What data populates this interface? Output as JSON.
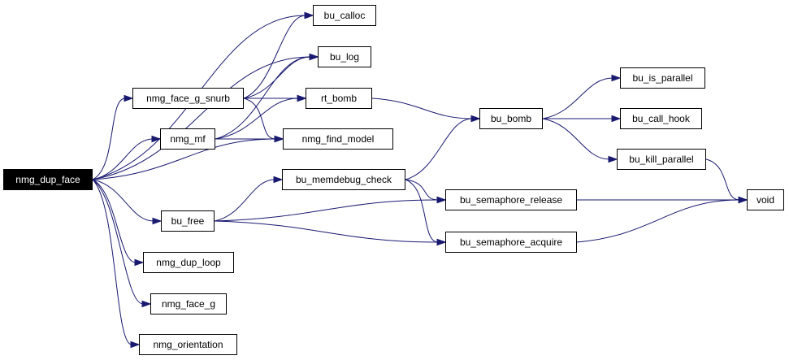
{
  "graph": {
    "edge_color": "#191970",
    "root_fill": "#000000",
    "root_text_color": "#ffffff",
    "nodes": {
      "nmg_dup_face": "nmg_dup_face",
      "bu_calloc": "bu_calloc",
      "bu_log": "bu_log",
      "nmg_face_g_snurb": "nmg_face_g_snurb",
      "rt_bomb": "rt_bomb",
      "nmg_mf": "nmg_mf",
      "nmg_find_model": "nmg_find_model",
      "bu_memdebug_check": "bu_memdebug_check",
      "bu_free": "bu_free",
      "nmg_dup_loop": "nmg_dup_loop",
      "nmg_face_g": "nmg_face_g",
      "nmg_orientation": "nmg_orientation",
      "bu_bomb": "bu_bomb",
      "bu_semaphore_release": "bu_semaphore_release",
      "bu_semaphore_acquire": "bu_semaphore_acquire",
      "bu_is_parallel": "bu_is_parallel",
      "bu_call_hook": "bu_call_hook",
      "bu_kill_parallel": "bu_kill_parallel",
      "void": "void"
    },
    "edges": [
      [
        "nmg_dup_face",
        "bu_calloc"
      ],
      [
        "nmg_dup_face",
        "bu_log"
      ],
      [
        "nmg_dup_face",
        "nmg_face_g_snurb"
      ],
      [
        "nmg_dup_face",
        "nmg_mf"
      ],
      [
        "nmg_dup_face",
        "nmg_find_model"
      ],
      [
        "nmg_dup_face",
        "bu_free"
      ],
      [
        "nmg_dup_face",
        "nmg_dup_loop"
      ],
      [
        "nmg_dup_face",
        "nmg_face_g"
      ],
      [
        "nmg_dup_face",
        "nmg_orientation"
      ],
      [
        "nmg_face_g_snurb",
        "bu_calloc"
      ],
      [
        "nmg_face_g_snurb",
        "bu_log"
      ],
      [
        "nmg_face_g_snurb",
        "rt_bomb"
      ],
      [
        "nmg_face_g_snurb",
        "nmg_find_model"
      ],
      [
        "nmg_mf",
        "bu_log"
      ],
      [
        "nmg_mf",
        "rt_bomb"
      ],
      [
        "nmg_mf",
        "nmg_find_model"
      ],
      [
        "rt_bomb",
        "bu_bomb"
      ],
      [
        "bu_free",
        "bu_memdebug_check"
      ],
      [
        "bu_free",
        "bu_semaphore_release"
      ],
      [
        "bu_free",
        "bu_semaphore_acquire"
      ],
      [
        "bu_memdebug_check",
        "bu_bomb"
      ],
      [
        "bu_memdebug_check",
        "bu_semaphore_release"
      ],
      [
        "bu_memdebug_check",
        "bu_semaphore_acquire"
      ],
      [
        "bu_bomb",
        "bu_is_parallel"
      ],
      [
        "bu_bomb",
        "bu_call_hook"
      ],
      [
        "bu_bomb",
        "bu_kill_parallel"
      ],
      [
        "bu_kill_parallel",
        "void"
      ],
      [
        "bu_semaphore_release",
        "void"
      ],
      [
        "bu_semaphore_acquire",
        "void"
      ]
    ]
  }
}
